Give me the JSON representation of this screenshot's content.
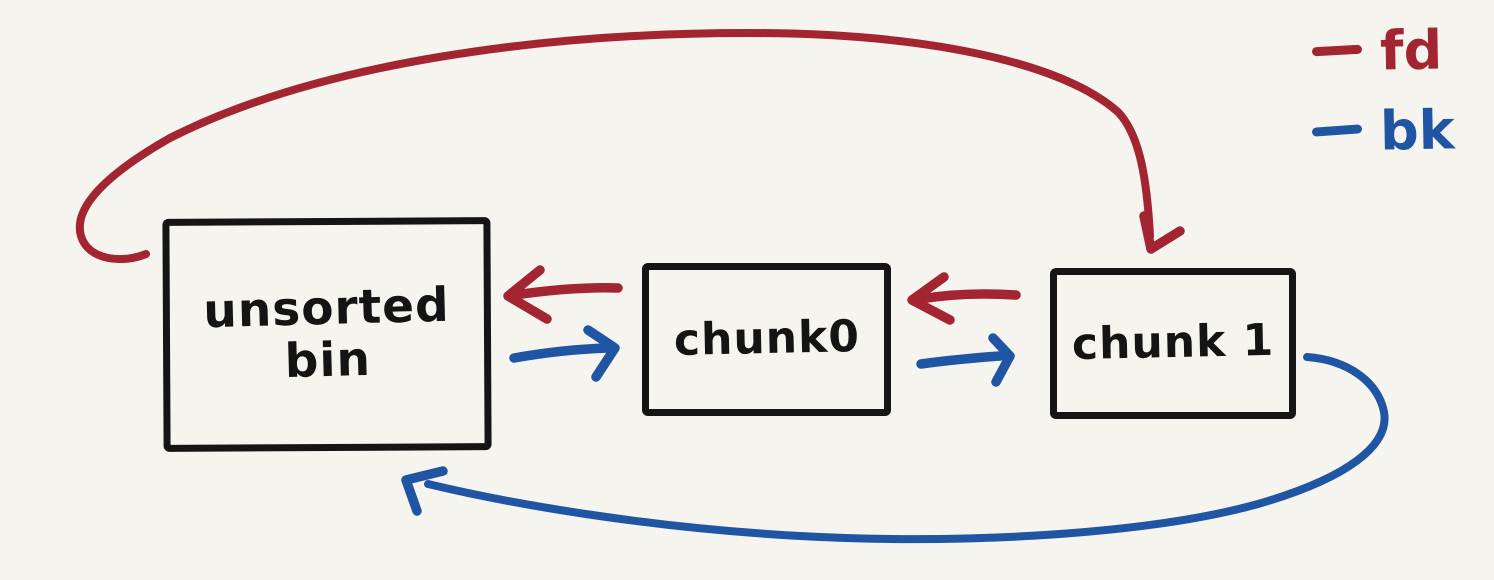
{
  "diagram": {
    "nodes": [
      {
        "id": "unsorted-bin",
        "label": "unsorted\nbin"
      },
      {
        "id": "chunk0",
        "label": "chunk0"
      },
      {
        "id": "chunk1",
        "label": "chunk 1"
      }
    ],
    "edges": [
      {
        "from": "unsorted-bin",
        "to": "chunk1",
        "pointer": "fd",
        "shape": "curve-over-top"
      },
      {
        "from": "chunk1",
        "to": "chunk0",
        "pointer": "fd",
        "shape": "straight"
      },
      {
        "from": "chunk0",
        "to": "unsorted-bin",
        "pointer": "fd",
        "shape": "straight"
      },
      {
        "from": "unsorted-bin",
        "to": "chunk0",
        "pointer": "bk",
        "shape": "straight"
      },
      {
        "from": "chunk0",
        "to": "chunk1",
        "pointer": "bk",
        "shape": "straight"
      },
      {
        "from": "chunk1",
        "to": "unsorted-bin",
        "pointer": "bk",
        "shape": "curve-under-bottom"
      }
    ],
    "legend": {
      "items": [
        {
          "id": "fd",
          "label": "fd",
          "color": "#a32531"
        },
        {
          "id": "bk",
          "label": "bk",
          "color": "#1f55a3"
        }
      ]
    }
  },
  "colors": {
    "fd": "#a32531",
    "bk": "#1f55a3",
    "ink": "#141414",
    "background": "#f5f4ee"
  }
}
